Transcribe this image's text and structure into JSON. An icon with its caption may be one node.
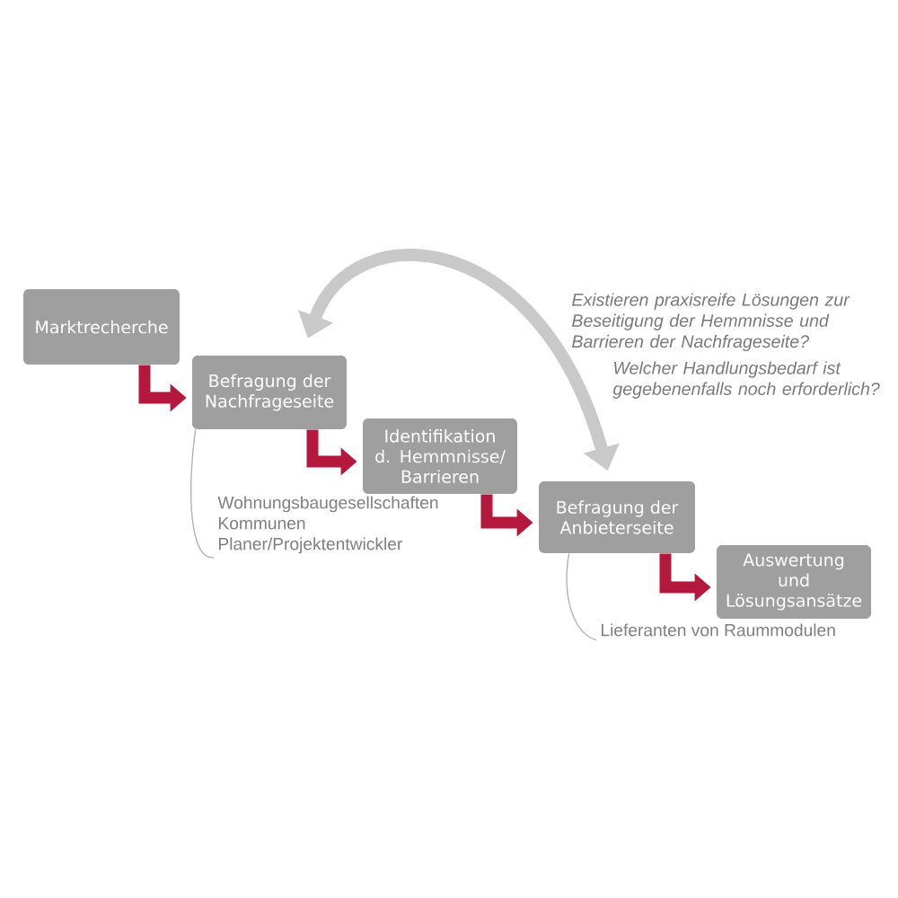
{
  "diagram": {
    "nodes": [
      {
        "text": [
          "Marktrecherche"
        ]
      },
      {
        "text": [
          "Befragung der Nachfrageseite"
        ]
      },
      {
        "text": [
          "Identifikation d. Hemmnisse/ Barrieren"
        ]
      },
      {
        "text": [
          "Befragung der Anbieterseite"
        ]
      },
      {
        "text": [
          "Auswertung und Lösungsansätze"
        ]
      },
      {
        "text": [
          "Wohnungsbaugesellschaften",
          "Kommunen",
          "Planer/Projektentwickler"
        ]
      },
      {
        "text": [
          "Lieferanten von Raummodulen"
        ]
      }
    ],
    "edges": [
      {
        "from": 0,
        "to": 1,
        "arrow": "to"
      },
      {
        "from": 1,
        "to": 2,
        "arrow": "to"
      },
      {
        "from": 2,
        "to": 3,
        "arrow": "to"
      },
      {
        "from": 3,
        "to": 4,
        "arrow": "to"
      },
      {
        "from": 1,
        "to": 3,
        "arrow": "both",
        "color": "#c9c9c9"
      },
      {
        "from": 1,
        "to": 5,
        "arrow": "none",
        "color": "#b3b3b3"
      },
      {
        "from": 3,
        "to": 6,
        "arrow": "none",
        "color": "#b3b3b3"
      }
    ],
    "labels": [
      "Existieren praxisreife Lösungen zur Beseitigung der Hemmnisse und Barrieren der Nachfrageseite?",
      "Welcher Handlungsbedarf ist gegebenenfalls noch erforderlich?"
    ]
  }
}
